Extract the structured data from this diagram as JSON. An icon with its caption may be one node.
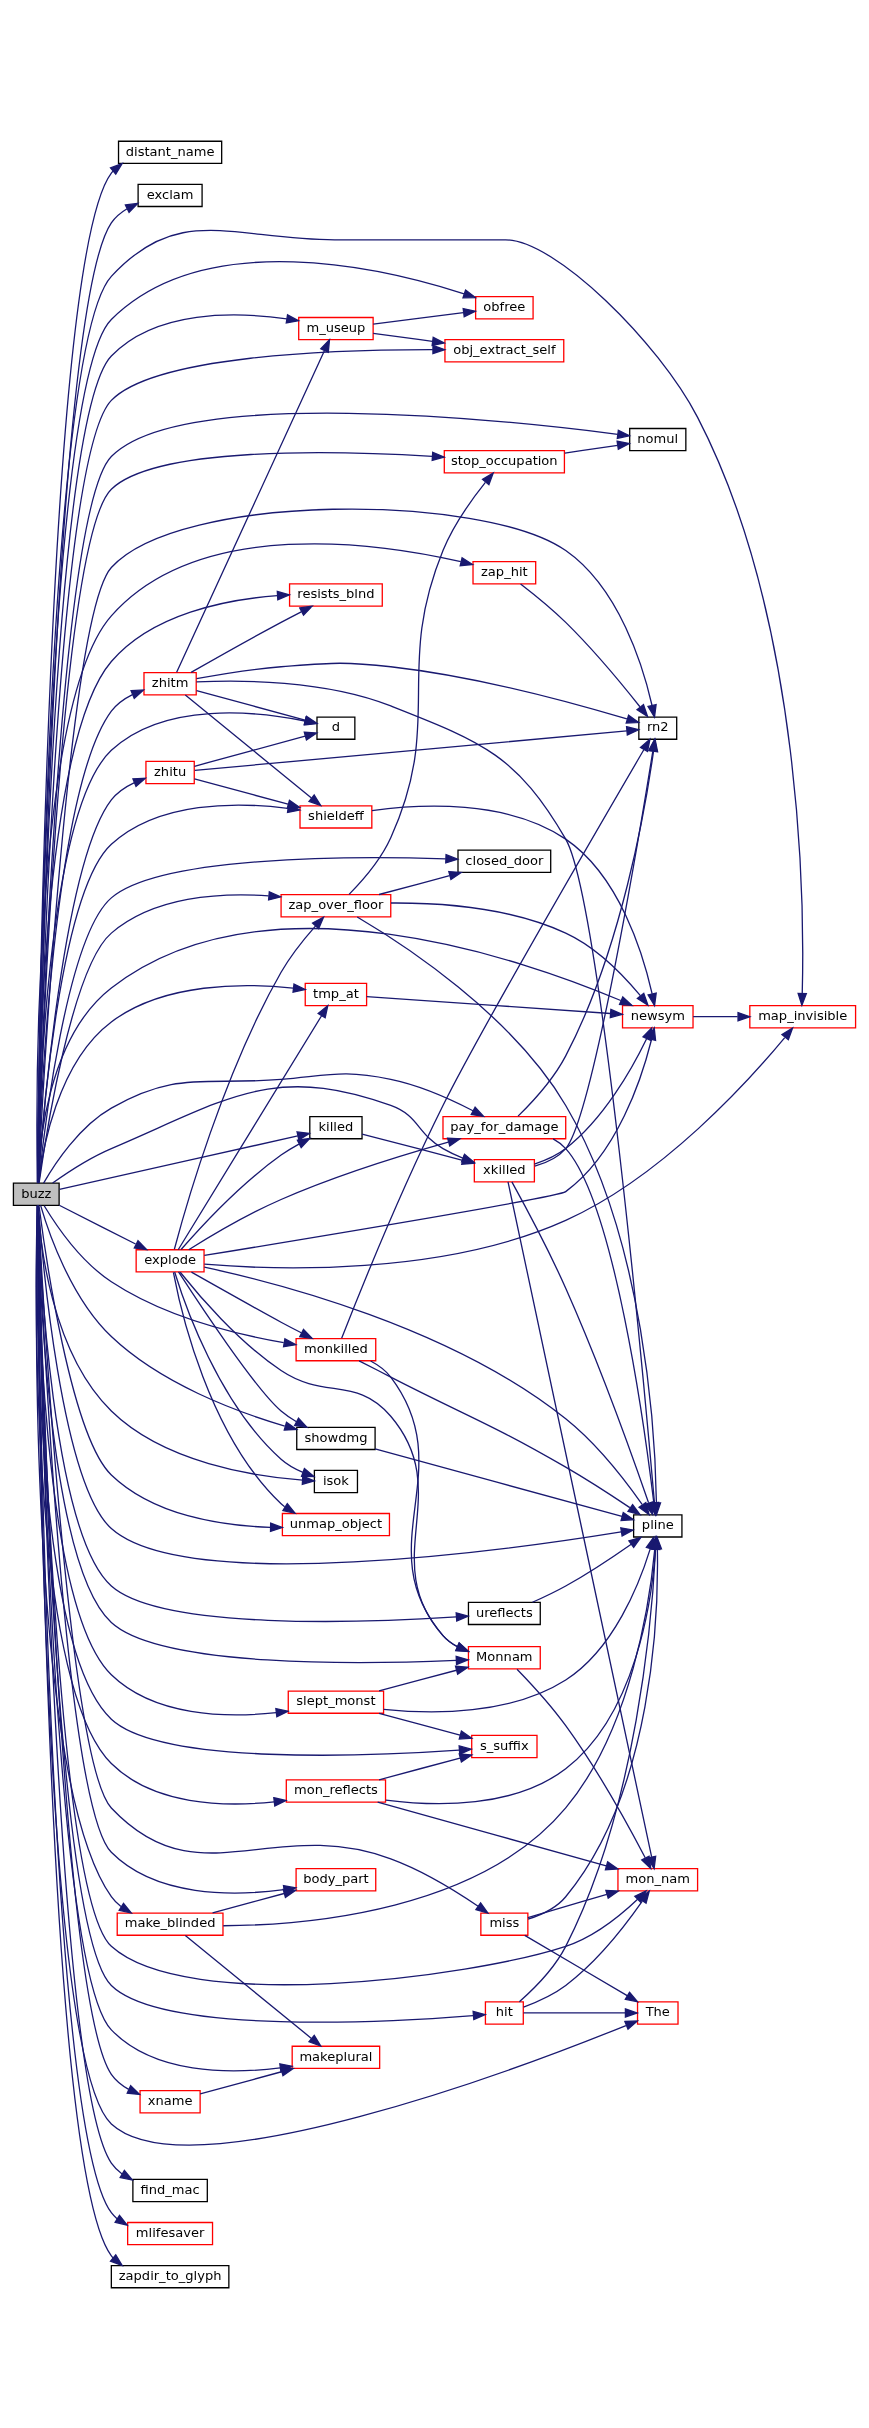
{
  "diagram": {
    "nodes": [
      {
        "text": [
          "buzz"
        ]
      },
      {
        "text": [
          "distant_name"
        ]
      },
      {
        "text": [
          "exclam"
        ]
      },
      {
        "text": [
          "explode"
        ]
      },
      {
        "text": [
          "find_mac"
        ]
      },
      {
        "text": [
          "ureflects"
        ]
      },
      {
        "text": [
          "make_blinded"
        ]
      },
      {
        "text": [
          "xname"
        ]
      },
      {
        "text": [
          "mlifesaver"
        ]
      },
      {
        "text": [
          "zhitm"
        ]
      },
      {
        "text": [
          "zapdir_to_glyph"
        ]
      },
      {
        "text": [
          "zhitu"
        ]
      },
      {
        "text": [
          "zap_over_floor"
        ]
      },
      {
        "text": [
          "tmp_at"
        ]
      },
      {
        "text": [
          "isok"
        ]
      },
      {
        "text": [
          "unmap_object"
        ]
      },
      {
        "text": [
          "killed"
        ]
      },
      {
        "text": [
          "monkilled"
        ]
      },
      {
        "text": [
          "showdmg"
        ]
      },
      {
        "text": [
          "shieldeff"
        ]
      },
      {
        "text": [
          "mon_reflects"
        ]
      },
      {
        "text": [
          "slept_monst"
        ]
      },
      {
        "text": [
          "body_part"
        ]
      },
      {
        "text": [
          "makeplural"
        ]
      },
      {
        "text": [
          "m_useup"
        ]
      },
      {
        "text": [
          "resists_blnd"
        ]
      },
      {
        "text": [
          "d"
        ]
      },
      {
        "text": [
          "stop_occupation"
        ]
      },
      {
        "text": [
          "closed_door"
        ]
      },
      {
        "text": [
          "Monnam"
        ]
      },
      {
        "text": [
          "xkilled"
        ]
      },
      {
        "text": [
          "miss"
        ]
      },
      {
        "text": [
          "s_suffix"
        ]
      },
      {
        "text": [
          "hit"
        ]
      },
      {
        "text": [
          "pay_for_damage"
        ]
      },
      {
        "text": [
          "obfree"
        ]
      },
      {
        "text": [
          "obj_extract_self"
        ]
      },
      {
        "text": [
          "zap_hit"
        ]
      },
      {
        "text": [
          "nomul"
        ]
      },
      {
        "text": [
          "newsym"
        ]
      },
      {
        "text": [
          "mon_nam"
        ]
      },
      {
        "text": [
          "pline"
        ]
      },
      {
        "text": [
          "The"
        ]
      },
      {
        "text": [
          "rn2"
        ]
      },
      {
        "text": [
          "map_invisible"
        ]
      }
    ],
    "edges": [
      {
        "from": 0,
        "to": 38,
        "arrow": "to"
      },
      {
        "from": 0,
        "to": 27,
        "arrow": "to"
      },
      {
        "from": 0,
        "to": 1,
        "arrow": "to"
      },
      {
        "from": 0,
        "to": 2,
        "arrow": "to"
      },
      {
        "from": 0,
        "to": 39,
        "arrow": "to"
      },
      {
        "from": 0,
        "to": 44,
        "arrow": "to"
      },
      {
        "from": 0,
        "to": 28,
        "arrow": "to"
      },
      {
        "from": 0,
        "to": 12,
        "arrow": "to"
      },
      {
        "from": 0,
        "to": 13,
        "arrow": "to"
      },
      {
        "from": 0,
        "to": 40,
        "arrow": "to"
      },
      {
        "from": 0,
        "to": 14,
        "arrow": "to"
      },
      {
        "from": 0,
        "to": 15,
        "arrow": "to"
      },
      {
        "from": 0,
        "to": 3,
        "arrow": "to"
      },
      {
        "from": 0,
        "to": 29,
        "arrow": "to"
      },
      {
        "from": 0,
        "to": 16,
        "arrow": "to"
      },
      {
        "from": 0,
        "to": 30,
        "arrow": "to"
      },
      {
        "from": 0,
        "to": 17,
        "arrow": "to"
      },
      {
        "from": 0,
        "to": 18,
        "arrow": "to"
      },
      {
        "from": 0,
        "to": 31,
        "arrow": "to"
      },
      {
        "from": 0,
        "to": 19,
        "arrow": "to"
      },
      {
        "from": 0,
        "to": 20,
        "arrow": "to"
      },
      {
        "from": 0,
        "to": 32,
        "arrow": "to"
      },
      {
        "from": 0,
        "to": 4,
        "arrow": "to"
      },
      {
        "from": 0,
        "to": 21,
        "arrow": "to"
      },
      {
        "from": 0,
        "to": 41,
        "arrow": "to"
      },
      {
        "from": 0,
        "to": 5,
        "arrow": "to"
      },
      {
        "from": 0,
        "to": 33,
        "arrow": "to"
      },
      {
        "from": 0,
        "to": 22,
        "arrow": "to"
      },
      {
        "from": 0,
        "to": 6,
        "arrow": "to"
      },
      {
        "from": 0,
        "to": 7,
        "arrow": "to"
      },
      {
        "from": 0,
        "to": 23,
        "arrow": "to"
      },
      {
        "from": 0,
        "to": 8,
        "arrow": "to"
      },
      {
        "from": 0,
        "to": 35,
        "arrow": "to"
      },
      {
        "from": 0,
        "to": 34,
        "arrow": "to"
      },
      {
        "from": 0,
        "to": 24,
        "arrow": "to"
      },
      {
        "from": 0,
        "to": 36,
        "arrow": "to"
      },
      {
        "from": 0,
        "to": 9,
        "arrow": "to"
      },
      {
        "from": 0,
        "to": 25,
        "arrow": "to"
      },
      {
        "from": 0,
        "to": 37,
        "arrow": "to"
      },
      {
        "from": 0,
        "to": 26,
        "arrow": "to"
      },
      {
        "from": 0,
        "to": 10,
        "arrow": "to"
      },
      {
        "from": 0,
        "to": 11,
        "arrow": "to"
      },
      {
        "from": 0,
        "to": 42,
        "arrow": "to"
      },
      {
        "from": 0,
        "to": 43,
        "arrow": "to"
      },
      {
        "from": 3,
        "to": 12,
        "arrow": "to"
      },
      {
        "from": 3,
        "to": 13,
        "arrow": "to"
      },
      {
        "from": 3,
        "to": 14,
        "arrow": "to"
      },
      {
        "from": 3,
        "to": 15,
        "arrow": "to"
      },
      {
        "from": 3,
        "to": 39,
        "arrow": "to"
      },
      {
        "from": 3,
        "to": 44,
        "arrow": "to"
      },
      {
        "from": 3,
        "to": 41,
        "arrow": "to"
      },
      {
        "from": 3,
        "to": 29,
        "arrow": "to"
      },
      {
        "from": 3,
        "to": 16,
        "arrow": "to"
      },
      {
        "from": 3,
        "to": 17,
        "arrow": "to"
      },
      {
        "from": 3,
        "to": 18,
        "arrow": "to"
      },
      {
        "from": 3,
        "to": 34,
        "arrow": "to"
      },
      {
        "from": 5,
        "to": 41,
        "arrow": "to"
      },
      {
        "from": 6,
        "to": 22,
        "arrow": "to"
      },
      {
        "from": 6,
        "to": 23,
        "arrow": "to"
      },
      {
        "from": 6,
        "to": 41,
        "arrow": "to"
      },
      {
        "from": 7,
        "to": 23,
        "arrow": "to"
      },
      {
        "from": 9,
        "to": 19,
        "arrow": "to"
      },
      {
        "from": 9,
        "to": 24,
        "arrow": "to"
      },
      {
        "from": 9,
        "to": 41,
        "arrow": "to"
      },
      {
        "from": 9,
        "to": 43,
        "arrow": "to"
      },
      {
        "from": 9,
        "to": 25,
        "arrow": "to"
      },
      {
        "from": 9,
        "to": 26,
        "arrow": "to"
      },
      {
        "from": 11,
        "to": 19,
        "arrow": "to"
      },
      {
        "from": 11,
        "to": 26,
        "arrow": "to"
      },
      {
        "from": 11,
        "to": 43,
        "arrow": "to"
      },
      {
        "from": 12,
        "to": 27,
        "arrow": "to"
      },
      {
        "from": 12,
        "to": 28,
        "arrow": "to"
      },
      {
        "from": 12,
        "to": 39,
        "arrow": "to"
      },
      {
        "from": 12,
        "to": 41,
        "arrow": "to"
      },
      {
        "from": 13,
        "to": 39,
        "arrow": "to"
      },
      {
        "from": 16,
        "to": 30,
        "arrow": "to"
      },
      {
        "from": 17,
        "to": 29,
        "arrow": "to"
      },
      {
        "from": 17,
        "to": 41,
        "arrow": "to"
      },
      {
        "from": 17,
        "to": 43,
        "arrow": "to"
      },
      {
        "from": 18,
        "to": 41,
        "arrow": "to"
      },
      {
        "from": 19,
        "to": 39,
        "arrow": "to"
      },
      {
        "from": 20,
        "to": 40,
        "arrow": "to"
      },
      {
        "from": 20,
        "to": 32,
        "arrow": "to"
      },
      {
        "from": 20,
        "to": 41,
        "arrow": "to"
      },
      {
        "from": 21,
        "to": 29,
        "arrow": "to"
      },
      {
        "from": 21,
        "to": 32,
        "arrow": "to"
      },
      {
        "from": 21,
        "to": 41,
        "arrow": "to"
      },
      {
        "from": 24,
        "to": 35,
        "arrow": "to"
      },
      {
        "from": 24,
        "to": 36,
        "arrow": "to"
      },
      {
        "from": 27,
        "to": 38,
        "arrow": "to"
      },
      {
        "from": 29,
        "to": 40,
        "arrow": "to"
      },
      {
        "from": 30,
        "to": 39,
        "arrow": "to"
      },
      {
        "from": 30,
        "to": 40,
        "arrow": "to"
      },
      {
        "from": 30,
        "to": 41,
        "arrow": "to"
      },
      {
        "from": 30,
        "to": 43,
        "arrow": "to"
      },
      {
        "from": 31,
        "to": 40,
        "arrow": "to"
      },
      {
        "from": 31,
        "to": 41,
        "arrow": "to"
      },
      {
        "from": 31,
        "to": 42,
        "arrow": "to"
      },
      {
        "from": 33,
        "to": 40,
        "arrow": "to"
      },
      {
        "from": 33,
        "to": 41,
        "arrow": "to"
      },
      {
        "from": 33,
        "to": 42,
        "arrow": "to"
      },
      {
        "from": 34,
        "to": 41,
        "arrow": "to"
      },
      {
        "from": 34,
        "to": 43,
        "arrow": "to"
      },
      {
        "from": 37,
        "to": 43,
        "arrow": "to"
      },
      {
        "from": 39,
        "to": 44,
        "arrow": "to"
      }
    ]
  }
}
